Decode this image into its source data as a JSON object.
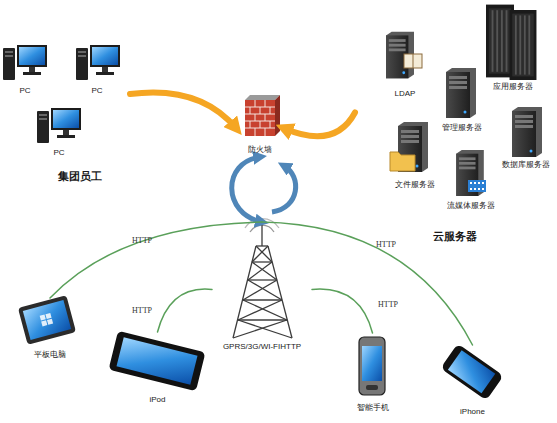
{
  "diagram": {
    "nodes": [
      {
        "text": [
          "集团员工"
        ]
      },
      {
        "text": [
          "PC"
        ],
        "in": 0
      },
      {
        "text": [
          "PC"
        ],
        "in": 0
      },
      {
        "text": [
          "PC"
        ],
        "in": 0
      },
      {
        "text": [
          "防火墙"
        ]
      },
      {
        "text": [
          "云服务器"
        ]
      },
      {
        "text": [
          "LDAP"
        ],
        "in": 5
      },
      {
        "text": [
          "应用服务器"
        ],
        "in": 5
      },
      {
        "text": [
          "管理服务器"
        ],
        "in": 5
      },
      {
        "text": [
          "文件服务器"
        ],
        "in": 5
      },
      {
        "text": [
          "数据库服务器"
        ],
        "in": 5
      },
      {
        "text": [
          "流媒体服务器"
        ],
        "in": 5
      },
      {
        "text": [
          "GPRS/3G/WI-FIHTTP"
        ]
      },
      {
        "text": [
          "平板电脑"
        ]
      },
      {
        "text": [
          "iPod"
        ]
      },
      {
        "text": [
          "智能手机"
        ]
      },
      {
        "text": [
          "iPhone"
        ]
      }
    ],
    "edges": [
      {
        "from": 0,
        "to": 4,
        "arrow": "to"
      },
      {
        "from": 5,
        "to": 4,
        "arrow": "to"
      },
      {
        "from": 4,
        "to": 12,
        "arrow": "both"
      },
      {
        "from": 12,
        "to": 13,
        "label": "HTTP",
        "arrow": "none"
      },
      {
        "from": 12,
        "to": 14,
        "label": "HTTP",
        "arrow": "none"
      },
      {
        "from": 12,
        "to": 15,
        "label": "HTTP",
        "arrow": "none"
      },
      {
        "from": 12,
        "to": 16,
        "label": "HTTP",
        "arrow": "none"
      }
    ]
  }
}
